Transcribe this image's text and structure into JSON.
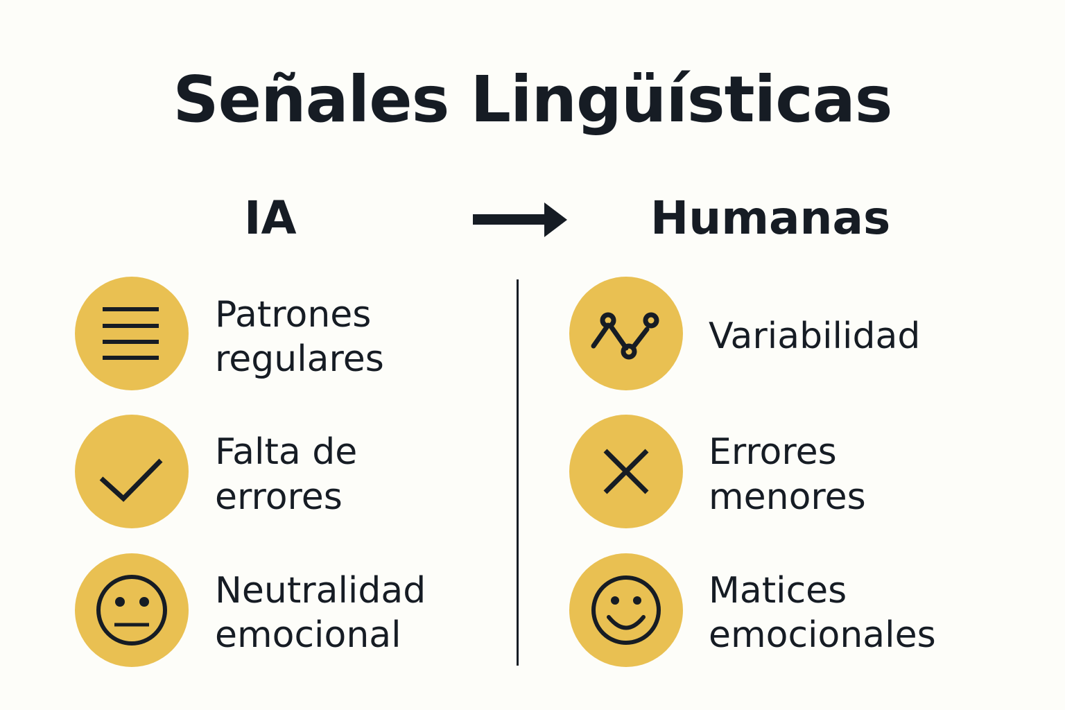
{
  "title": "Señales Lingüísticas",
  "columns": {
    "left": {
      "heading": "IA",
      "items": [
        {
          "icon": "lines-icon",
          "line1": "Patrones",
          "line2": "regulares"
        },
        {
          "icon": "checkmark-icon",
          "line1": "Falta de",
          "line2": "errores"
        },
        {
          "icon": "neutral-face-icon",
          "line1": "Neutralidad",
          "line2": "emocional"
        }
      ]
    },
    "right": {
      "heading": "Humanas",
      "items": [
        {
          "icon": "line-chart-icon",
          "line1": "Variabilidad",
          "line2": ""
        },
        {
          "icon": "x-mark-icon",
          "line1": "Errores",
          "line2": "menores"
        },
        {
          "icon": "smiley-face-icon",
          "line1": "Matices",
          "line2": "emocionales"
        }
      ]
    }
  },
  "colors": {
    "background": "#fdfdf9",
    "circle": "#e9c052",
    "ink": "#161c24"
  }
}
